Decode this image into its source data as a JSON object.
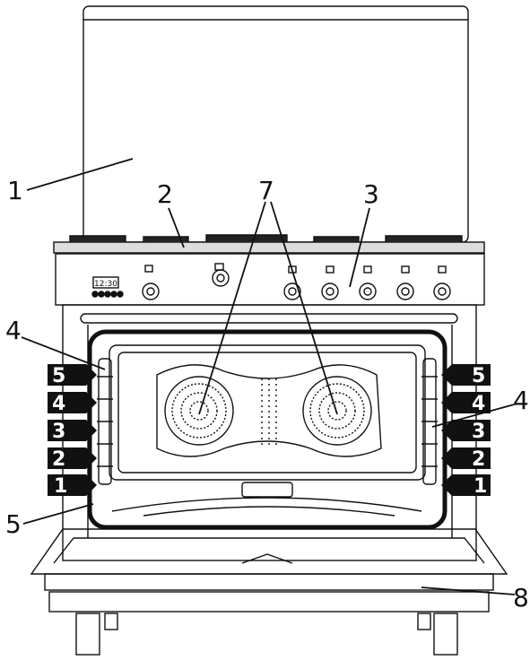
{
  "callouts": {
    "c1": "1",
    "c2": "2",
    "c3": "3",
    "c4_left": "4",
    "c4_right": "4",
    "c5": "5",
    "c7": "7",
    "c8": "8"
  },
  "display": {
    "time": "12:30"
  },
  "shelf_levels": [
    "5",
    "4",
    "3",
    "2",
    "1"
  ],
  "colors": {
    "line": "#111111",
    "shelf_tag": "#111111",
    "background": "#ffffff"
  }
}
